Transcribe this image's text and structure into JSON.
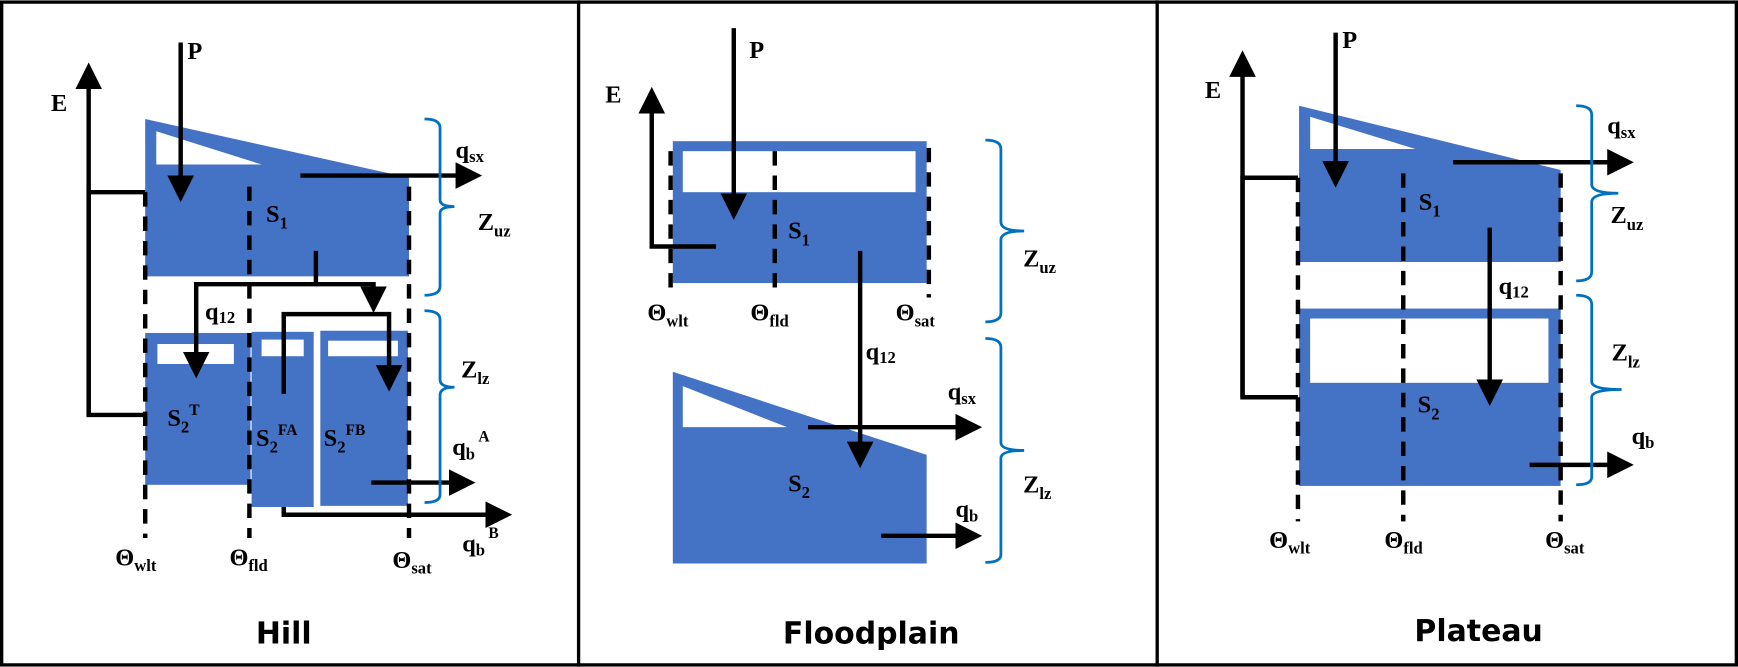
{
  "panels": [
    {
      "title": "Hill",
      "labels": {
        "P": "P",
        "E": "E",
        "S1": "S",
        "S1_sub": "1",
        "qsx": "q",
        "qsx_sub": "sx",
        "Zuz": "Z",
        "Zuz_sub": "uz",
        "Zlz": "Z",
        "Zlz_sub": "lz",
        "q12": "q",
        "q12_sub": "12",
        "S2T": "S",
        "S2T_sub": "2",
        "S2T_sup": "T",
        "S2FA": "S",
        "S2FA_sub": "2",
        "S2FA_sup": "FA",
        "S2FB": "S",
        "S2FB_sub": "2",
        "S2FB_sup": "FB",
        "qbA": "q",
        "qbA_sub": "b",
        "qbA_sup": "A",
        "qbB": "q",
        "qbB_sub": "b",
        "qbB_sup": "B",
        "theta_wlt": "Θ",
        "wlt": "wlt",
        "theta_fld": "Θ",
        "fld": "fld",
        "theta_sat": "Θ",
        "sat": "sat"
      }
    },
    {
      "title": "Floodplain",
      "labels": {
        "P": "P",
        "E": "E",
        "S1": "S",
        "S1_sub": "1",
        "S2": "S",
        "S2_sub": "2",
        "qsx": "q",
        "qsx_sub": "sx",
        "qb": "q",
        "qb_sub": "b",
        "q12": "q",
        "q12_sub": "12",
        "Zuz": "Z",
        "Zuz_sub": "uz",
        "Zlz": "Z",
        "Zlz_sub": "lz",
        "theta_wlt": "Θ",
        "wlt": "wlt",
        "theta_fld": "Θ",
        "fld": "fld",
        "theta_sat": "Θ",
        "sat": "sat"
      }
    },
    {
      "title": "Plateau",
      "labels": {
        "P": "P",
        "E": "E",
        "S1": "S",
        "S1_sub": "1",
        "S2": "S",
        "S2_sub": "2",
        "qsx": "q",
        "qsx_sub": "sx",
        "qb": "q",
        "qb_sub": "b",
        "q12": "q",
        "q12_sub": "12",
        "Zuz": "Z",
        "Zuz_sub": "uz",
        "Zlz": "Z",
        "Zlz_sub": "lz",
        "theta_wlt": "Θ",
        "wlt": "wlt",
        "theta_fld": "Θ",
        "fld": "fld",
        "theta_sat": "Θ",
        "sat": "sat"
      }
    }
  ],
  "colors": {
    "storage": "#4472C4",
    "brace": "#0070C0",
    "arrow": "#000000"
  }
}
